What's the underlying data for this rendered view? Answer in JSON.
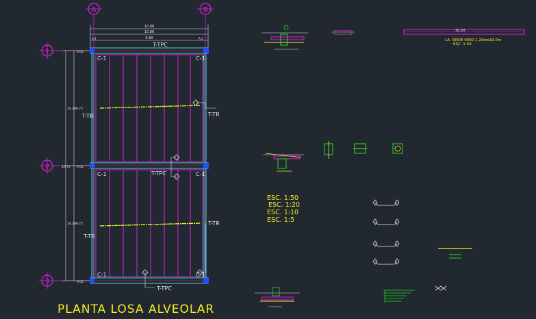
{
  "drawing": {
    "title": "PLANTA LOSA ALVEOLAR",
    "axis_a": "A",
    "axis_b": "B",
    "axis_1": "1",
    "axis_2": "2",
    "axis_3": "3",
    "dim_top1": "10.80",
    "dim_top2": "10.80",
    "dim_top3": "8.60",
    "dim_left_top": "10.289.75",
    "dim_left_bottom": "10.289.75",
    "dim_left_mid": "10.72",
    "label_tpc": "T-TPC",
    "label_tr": "T-TR",
    "label_c1": "C-1",
    "small_top_left": "0.02",
    "small_mid_left": "0.02",
    "small_bottom_left": "0.02",
    "small_top_a": "A.4",
    "small_top_b": "A.4"
  },
  "legend": {
    "bar_value": "10.00",
    "series_line1": "LA- SERIE 0000 1.20mx10.0m",
    "series_line2": "ESC. 1:50"
  },
  "scales": {
    "items": [
      "ESC. 1:50",
      "ESC. 1:20",
      "ESC. 1:10",
      "ESC. 1:5"
    ]
  },
  "colors": {
    "background": "#212830",
    "cyan": "#3cd6e8",
    "magenta": "#e020e0",
    "yellow": "#f2f020",
    "green": "#20e020",
    "white": "#e8e8e8",
    "red": "#e83030",
    "blue": "#2a4cff"
  }
}
